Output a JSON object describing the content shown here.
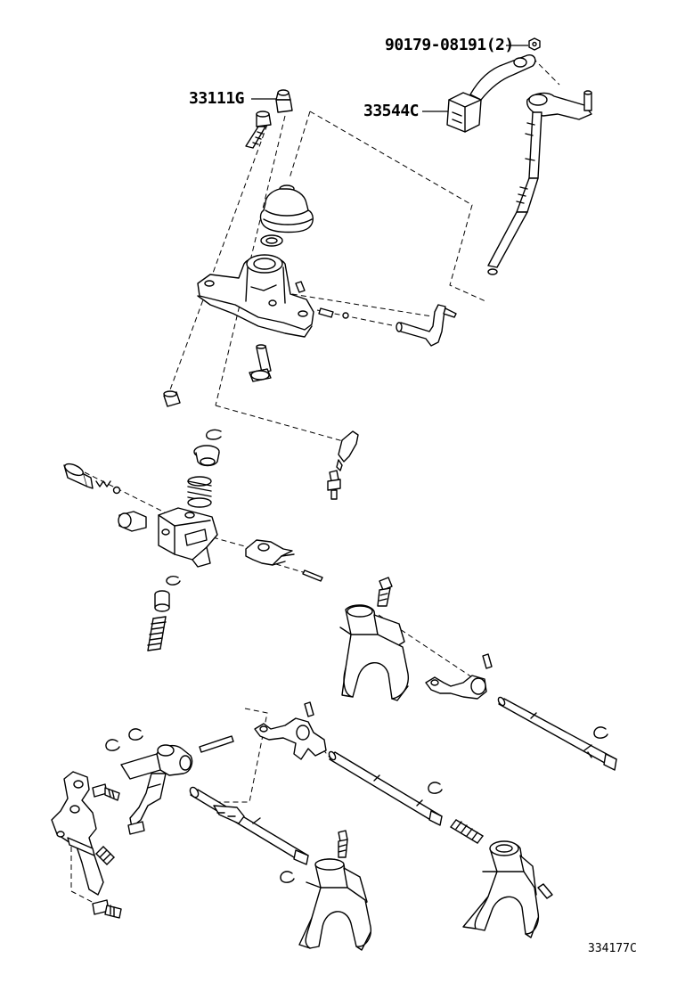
{
  "diagram": {
    "callouts": [
      {
        "id": "nut",
        "text": "90179-08191(2)"
      },
      {
        "id": "cover",
        "text": "33544C"
      },
      {
        "id": "plug",
        "text": "33111G"
      }
    ],
    "figure_number": "334177C"
  }
}
